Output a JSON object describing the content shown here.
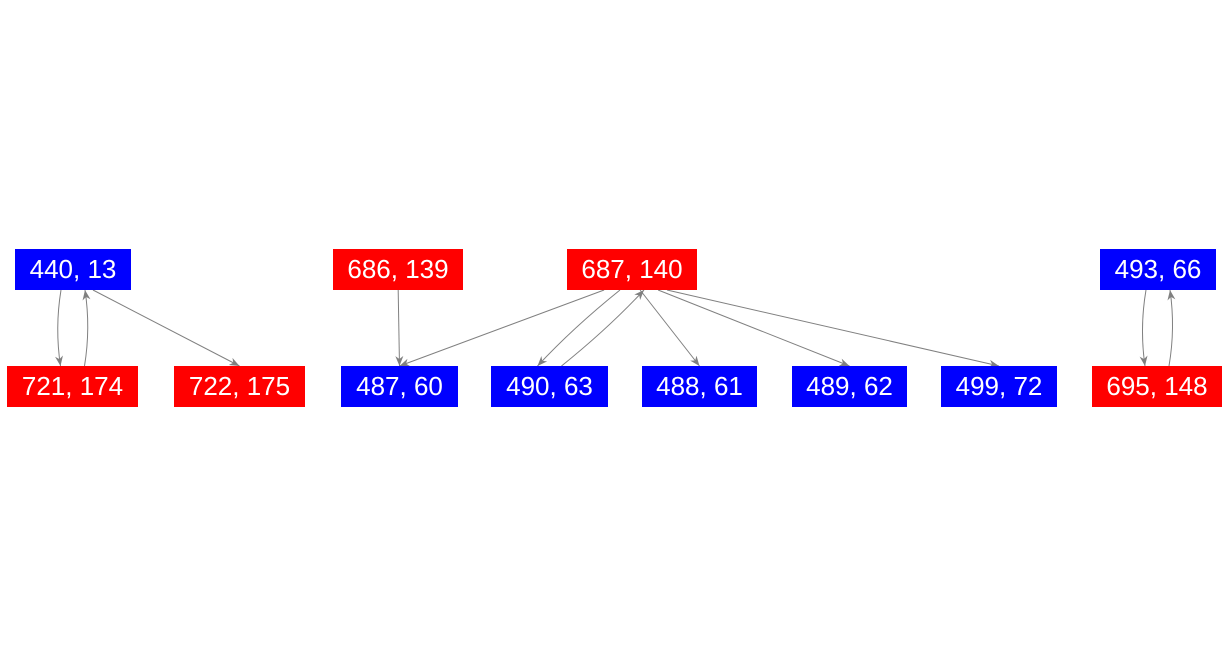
{
  "colors": {
    "blue": "#0000ff",
    "red": "#ff0000",
    "edge": "#808080"
  },
  "nodes": [
    {
      "id": "n440",
      "label": "440, 13",
      "color": "blue"
    },
    {
      "id": "n721",
      "label": "721, 174",
      "color": "red"
    },
    {
      "id": "n722",
      "label": "722, 175",
      "color": "red"
    },
    {
      "id": "n686",
      "label": "686, 139",
      "color": "red"
    },
    {
      "id": "n687",
      "label": "687, 140",
      "color": "red"
    },
    {
      "id": "n487",
      "label": "487, 60",
      "color": "blue"
    },
    {
      "id": "n490",
      "label": "490, 63",
      "color": "blue"
    },
    {
      "id": "n488",
      "label": "488, 61",
      "color": "blue"
    },
    {
      "id": "n489",
      "label": "489, 62",
      "color": "blue"
    },
    {
      "id": "n499",
      "label": "499, 72",
      "color": "blue"
    },
    {
      "id": "n493",
      "label": "493, 66",
      "color": "blue"
    },
    {
      "id": "n695",
      "label": "695, 148",
      "color": "red"
    }
  ],
  "edges": [
    {
      "from": "n440",
      "to": "n721"
    },
    {
      "from": "n721",
      "to": "n440"
    },
    {
      "from": "n440",
      "to": "n722"
    },
    {
      "from": "n686",
      "to": "n487"
    },
    {
      "from": "n687",
      "to": "n487"
    },
    {
      "from": "n687",
      "to": "n490"
    },
    {
      "from": "n490",
      "to": "n687"
    },
    {
      "from": "n687",
      "to": "n488"
    },
    {
      "from": "n687",
      "to": "n489"
    },
    {
      "from": "n687",
      "to": "n499"
    },
    {
      "from": "n493",
      "to": "n695"
    },
    {
      "from": "n695",
      "to": "n493"
    }
  ]
}
